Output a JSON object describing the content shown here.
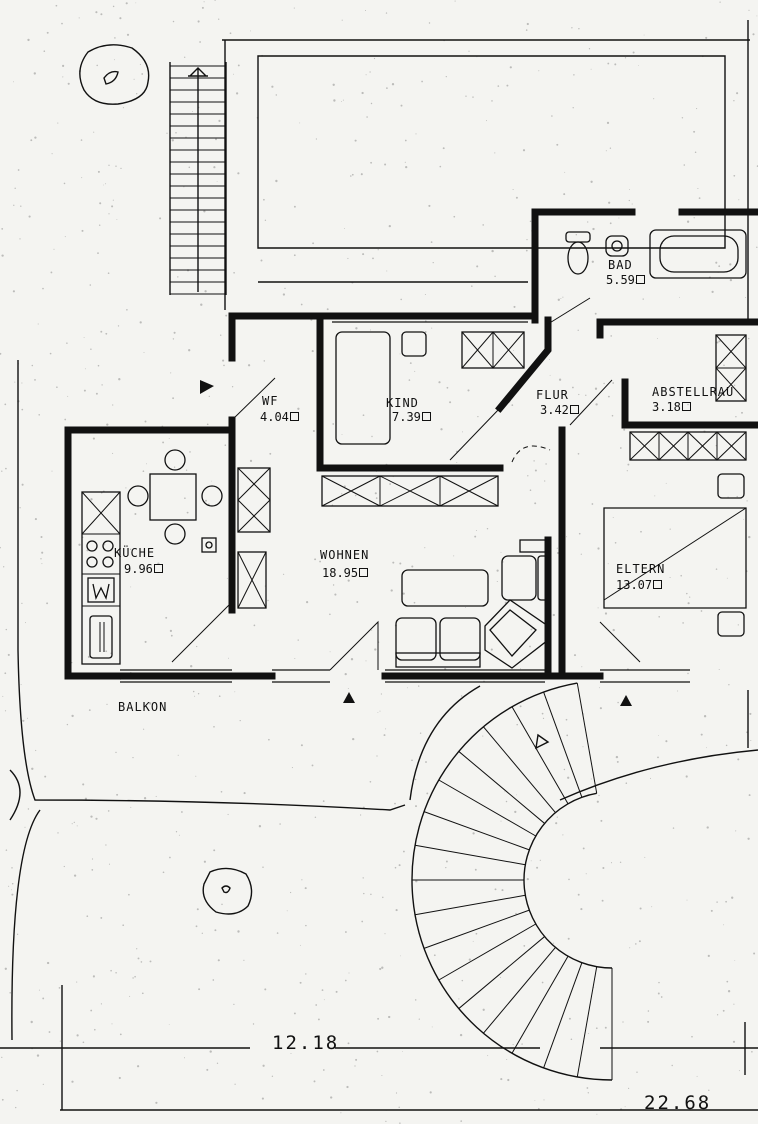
{
  "rooms": [
    {
      "key": "wf",
      "label": "WF",
      "area": "4.04"
    },
    {
      "key": "kind",
      "label": "KIND",
      "area": "7.39"
    },
    {
      "key": "flur",
      "label": "FLUR",
      "area": "3.42"
    },
    {
      "key": "bad",
      "label": "BAD",
      "area": "5.59"
    },
    {
      "key": "abstell",
      "label": "ABSTELLRAU",
      "area": "3.18"
    },
    {
      "key": "kueche",
      "label": "KÜCHE",
      "area": "9.96"
    },
    {
      "key": "wohnen",
      "label": "WOHNEN",
      "area": "18.95"
    },
    {
      "key": "eltern",
      "label": "ELTERN",
      "area": "13.07"
    }
  ],
  "balcony": {
    "label": "BALKON"
  },
  "dimensions": {
    "inner": "12.18",
    "outer": "22.68"
  },
  "icons": [
    "stair-arrow-icon",
    "entrance-marker-icon",
    "tree-icon",
    "washer-icon"
  ],
  "colors": {
    "paper": "#f4f4f1",
    "ink": "#111111"
  }
}
